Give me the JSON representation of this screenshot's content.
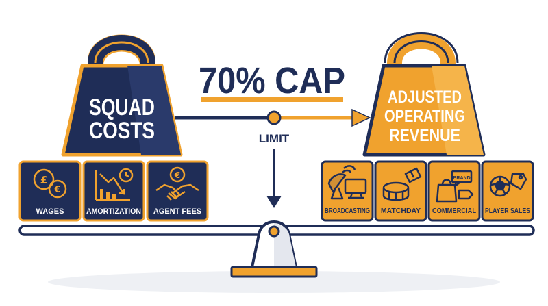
{
  "title": "70% CAP",
  "limit_label": "LIMIT",
  "left_weight": {
    "line1": "SQUAD",
    "line2": "COSTS",
    "color": "#1f2d57"
  },
  "right_weight": {
    "line1": "ADJUSTED",
    "line2": "OPERATING",
    "line3": "REVENUE",
    "color": "#f0a22e"
  },
  "cost_items": [
    {
      "label": "WAGES",
      "icon": "coins-icon"
    },
    {
      "label": "AMORTIZATION",
      "icon": "declining-chart-icon"
    },
    {
      "label": "AGENT FEES",
      "icon": "handshake-icon"
    }
  ],
  "revenue_items": [
    {
      "label": "BROADCASTING",
      "icon": "satellite-tv-icon"
    },
    {
      "label": "MATCHDAY",
      "icon": "stadium-ticket-icon"
    },
    {
      "label": "COMMERCIAL",
      "icon": "shopping-bag-brand-icon",
      "badge": "BRAND"
    },
    {
      "label": "PLAYER SALES",
      "icon": "football-price-tag-icon"
    }
  ],
  "colors": {
    "navy": "#1f2d57",
    "orange": "#f0a22e",
    "outline": "#1f2d57",
    "background": "#ffffff"
  }
}
